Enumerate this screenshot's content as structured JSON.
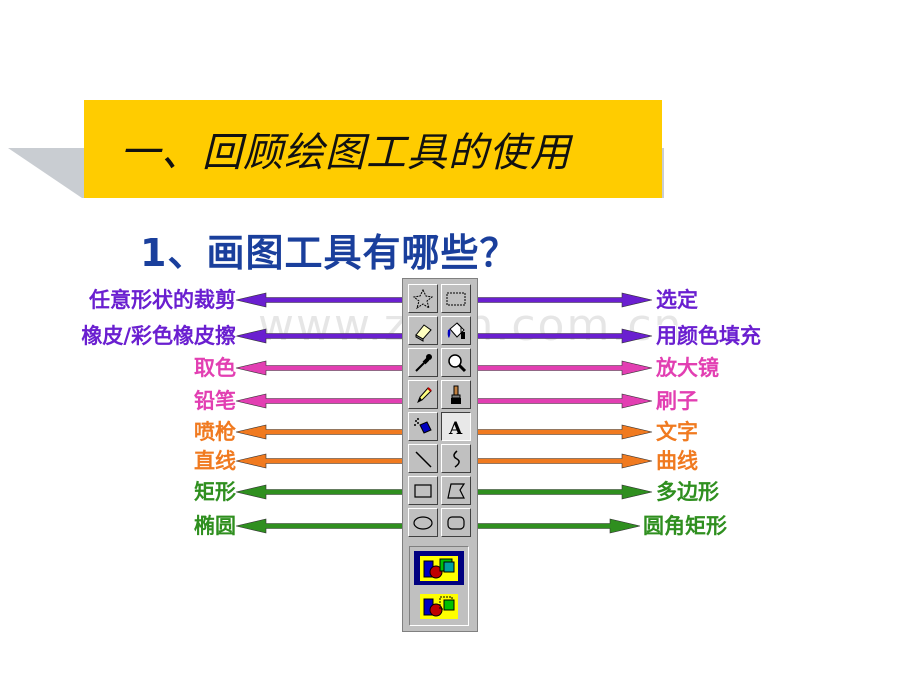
{
  "title": "一、回顾绘图工具的使用",
  "subtitle": "1、画图工具有哪些？",
  "watermark": "www.zixin.com.cn",
  "tools_left": [
    {
      "label": "任意形状的裁剪",
      "color": "#6a1fd0",
      "icon": "free-select-icon"
    },
    {
      "label": "橡皮/彩色橡皮擦",
      "color": "#6a1fd0",
      "icon": "eraser-icon"
    },
    {
      "label": "取色",
      "color": "#e23fb2",
      "icon": "color-picker-icon"
    },
    {
      "label": "铅笔",
      "color": "#e23fb2",
      "icon": "pencil-icon"
    },
    {
      "label": "喷枪",
      "color": "#f07a20",
      "icon": "airbrush-icon"
    },
    {
      "label": "直线",
      "color": "#f07a20",
      "icon": "line-icon"
    },
    {
      "label": "矩形",
      "color": "#2f8f1f",
      "icon": "rectangle-icon"
    },
    {
      "label": "椭圆",
      "color": "#2f8f1f",
      "icon": "ellipse-icon"
    }
  ],
  "tools_right": [
    {
      "label": "选定",
      "color": "#6a1fd0",
      "icon": "rect-select-icon"
    },
    {
      "label": "用颜色填充",
      "color": "#6a1fd0",
      "icon": "fill-bucket-icon"
    },
    {
      "label": "放大镜",
      "color": "#e23fb2",
      "icon": "magnifier-icon"
    },
    {
      "label": "刷子",
      "color": "#e23fb2",
      "icon": "brush-icon"
    },
    {
      "label": "文字",
      "color": "#f07a20",
      "icon": "text-icon"
    },
    {
      "label": "曲线",
      "color": "#f07a20",
      "icon": "curve-icon"
    },
    {
      "label": "多边形",
      "color": "#2f8f1f",
      "icon": "polygon-icon"
    },
    {
      "label": "圆角矩形",
      "color": "#2f8f1f",
      "icon": "rounded-rect-icon"
    }
  ],
  "text_tool_glyph": "A",
  "colors": {
    "title_bg": "#ffcc00",
    "subtitle": "#1a3f9c",
    "purple": "#6a1fd0",
    "pink": "#e23fb2",
    "orange": "#f07a20",
    "green": "#2f8f1f"
  }
}
